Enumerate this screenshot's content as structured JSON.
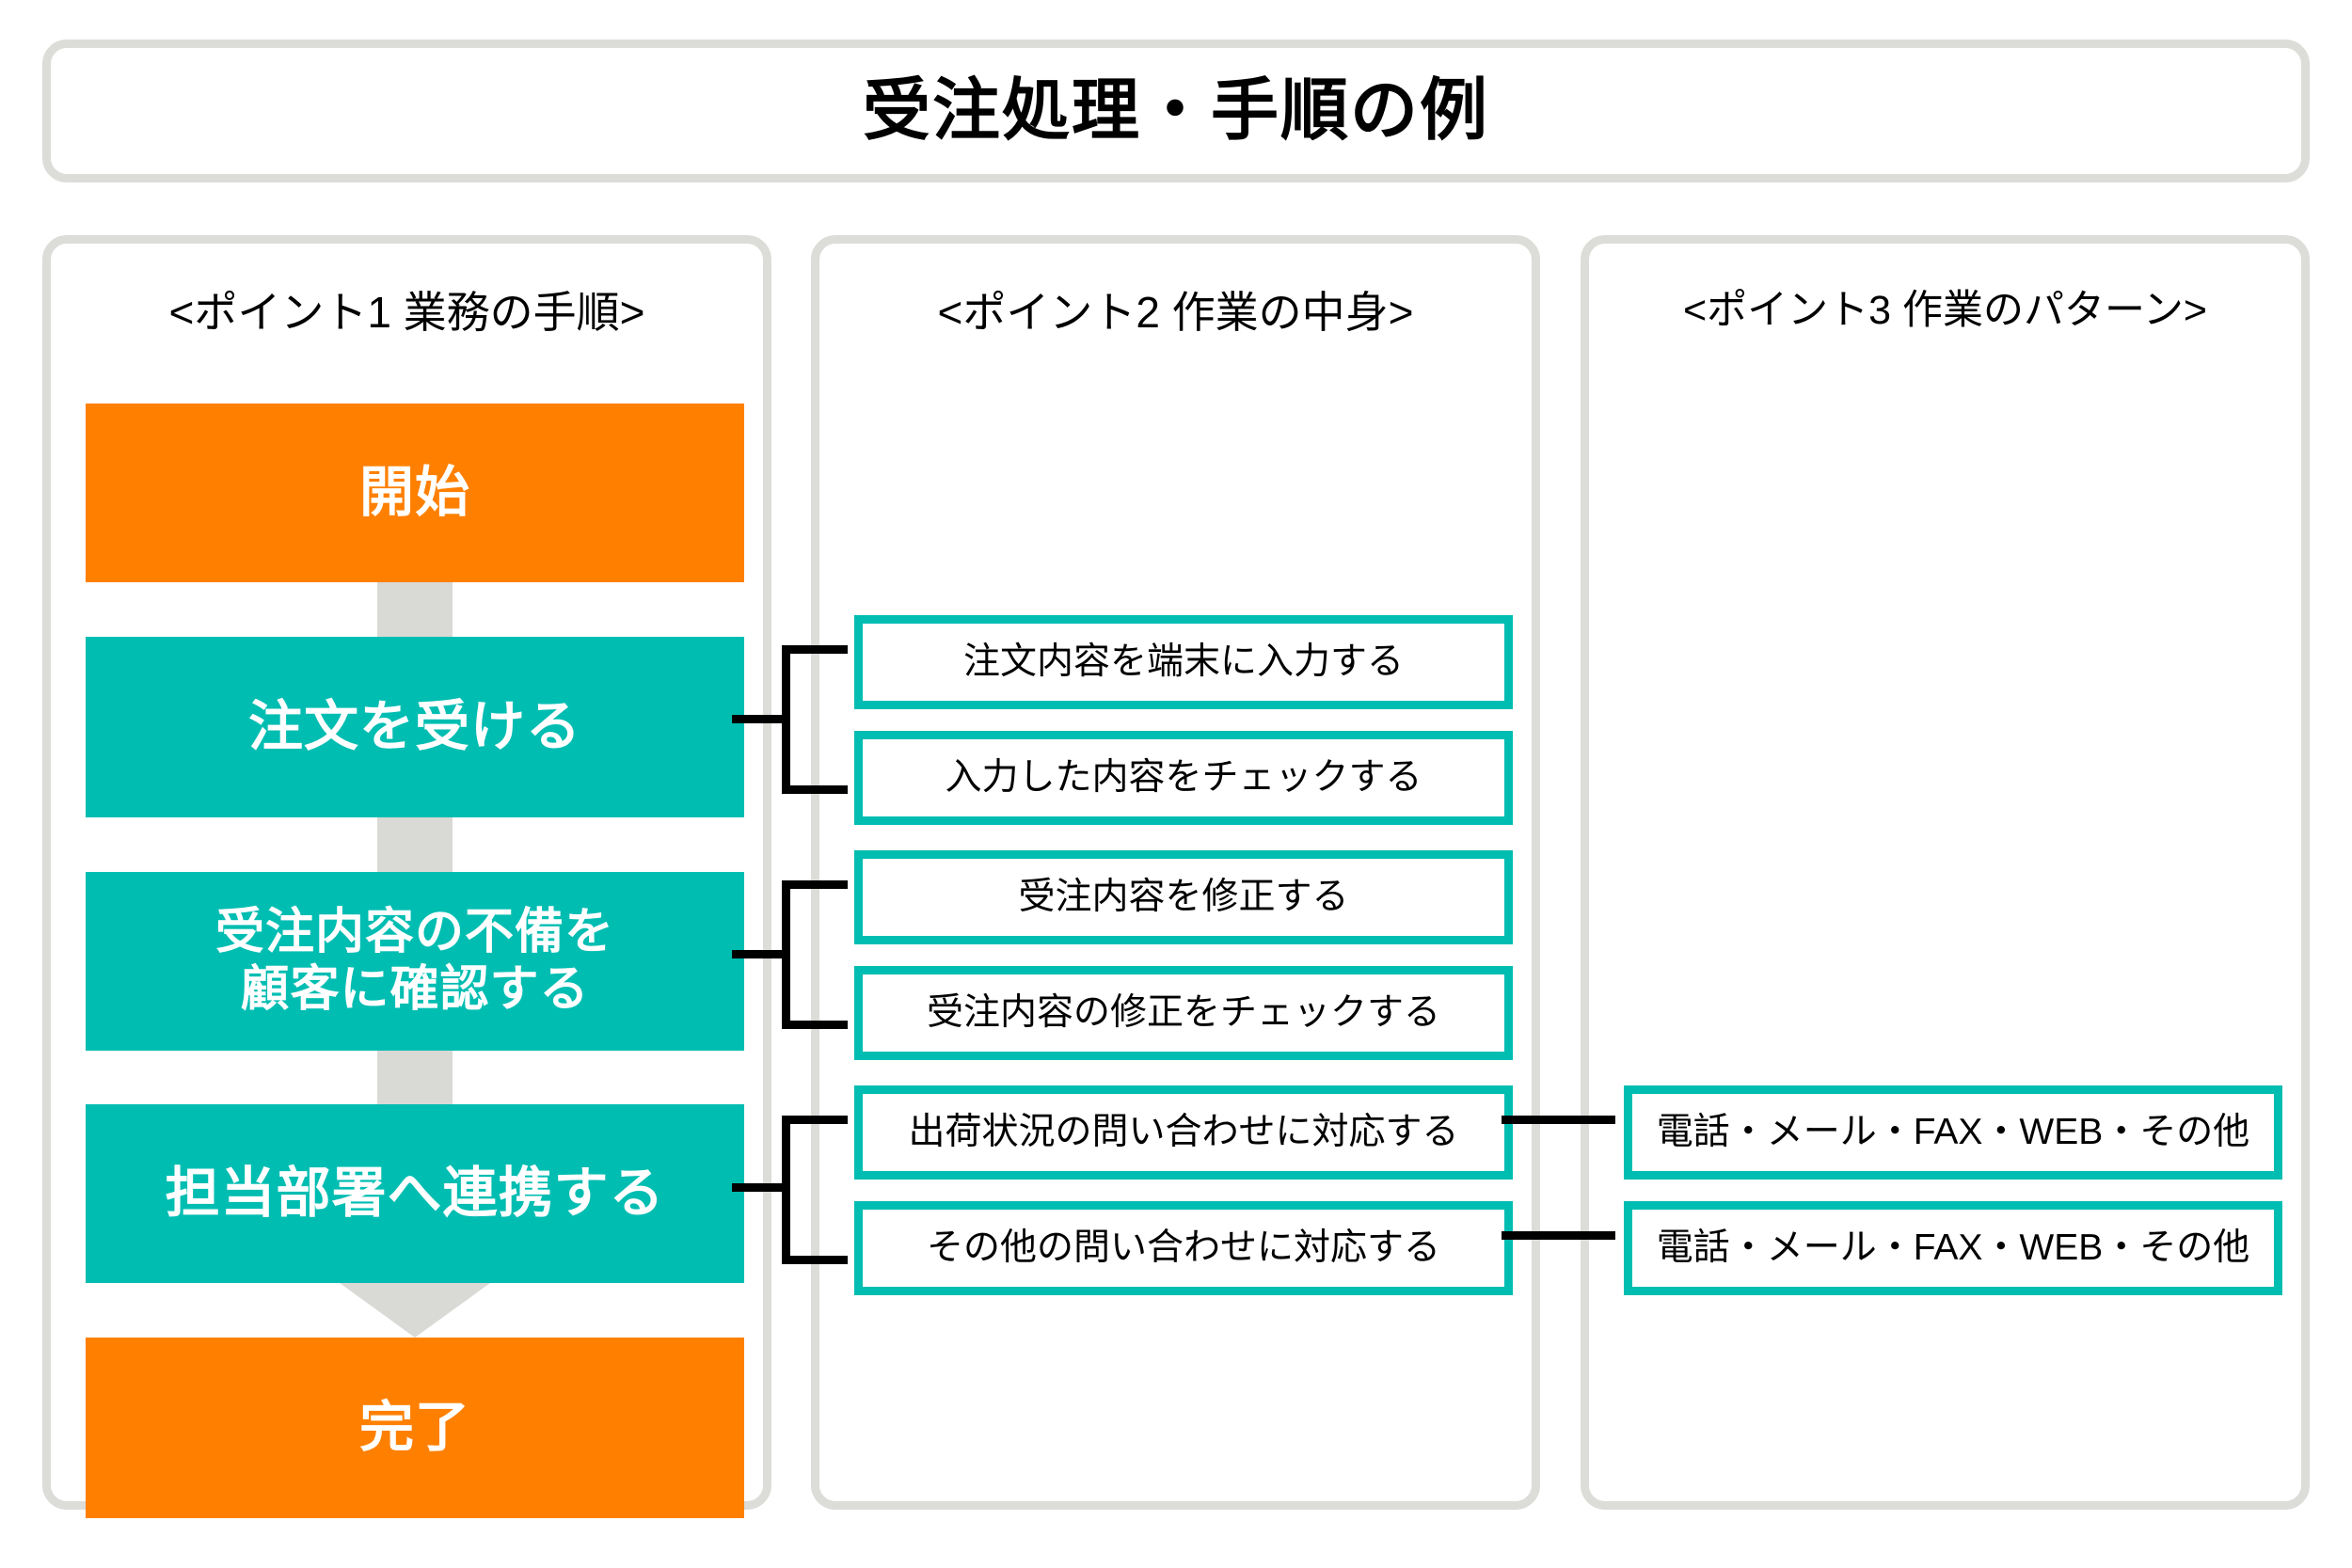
{
  "title": "受注処理・手順の例",
  "colors": {
    "orange": "#ff8000",
    "teal": "#00bdb2",
    "panel_border": "#dcdcd8",
    "arrow_gray": "#d9d9d6",
    "connector": "#000000"
  },
  "columns": [
    {
      "header": "<ポイント1 業務の手順>",
      "steps": [
        {
          "label": "開始",
          "kind": "orange"
        },
        {
          "label": "注文を受ける",
          "kind": "teal"
        },
        {
          "label_line1": "受注内容の不備を",
          "label_line2": "顧客に確認する",
          "kind": "teal"
        },
        {
          "label": "担当部署へ連携する",
          "kind": "teal"
        },
        {
          "label": "完了",
          "kind": "orange"
        }
      ]
    },
    {
      "header": "<ポイント2 作業の中身>",
      "items": [
        "注文内容を端末に入力する",
        "入力した内容をチェックする",
        "受注内容を修正する",
        "受注内容の修正をチェックする",
        "出荷状況の問い合わせに対応する",
        "その他の問い合わせに対応する"
      ]
    },
    {
      "header": "<ポイント3 作業のパターン>",
      "items": [
        "電話・メール・FAX・WEB・その他",
        "電話・メール・FAX・WEB・その他"
      ]
    }
  ]
}
